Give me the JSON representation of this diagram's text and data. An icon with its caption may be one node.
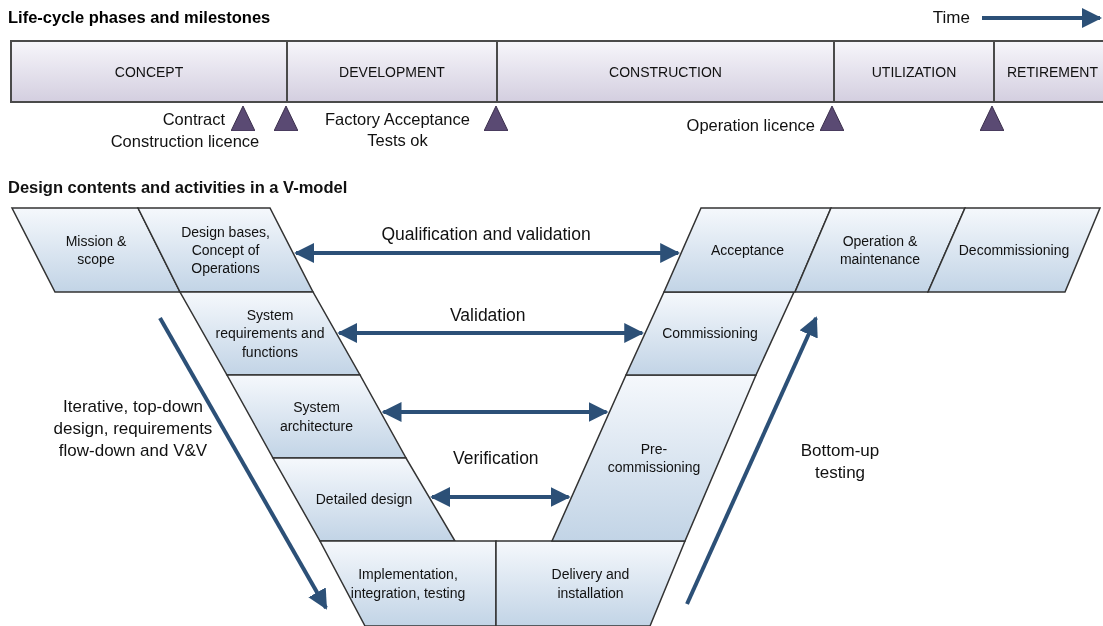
{
  "diagram": {
    "title": "Life-cycle phases and milestones",
    "nodes": [
      {
        "text": [
          "CONCEPT"
        ]
      },
      {
        "text": [
          "DEVELOPMENT"
        ]
      },
      {
        "text": [
          "CONSTRUCTION"
        ]
      },
      {
        "text": [
          "UTILIZATION"
        ]
      },
      {
        "text": [
          "RETIREMENT"
        ]
      },
      {
        "text": [],
        "shape": "triangle",
        "beside": [
          "Contract"
        ]
      },
      {
        "text": [],
        "shape": "triangle"
      },
      {
        "text": [],
        "shape": "triangle",
        "beside": [
          "Factory Acceptance Tests ok"
        ]
      },
      {
        "text": [],
        "shape": "triangle",
        "beside": [
          "Operation licence"
        ]
      },
      {
        "text": [],
        "shape": "triangle"
      },
      {
        "text": [
          "Mission & scope"
        ]
      },
      {
        "text": [
          "Design bases, Concept of Operations"
        ]
      },
      {
        "text": [
          "System requirements and functions"
        ]
      },
      {
        "text": [
          "System architecture"
        ]
      },
      {
        "text": [
          "Detailed design"
        ]
      },
      {
        "text": [
          "Implementation, integration, testing"
        ]
      },
      {
        "text": [
          "Delivery and installation"
        ]
      },
      {
        "text": [
          "Pre-commissioning"
        ]
      },
      {
        "text": [
          "Commissioning"
        ]
      },
      {
        "text": [
          "Acceptance"
        ]
      },
      {
        "text": [
          "Operation & maintenance"
        ]
      },
      {
        "text": [
          "Decommissioning"
        ]
      }
    ],
    "edges": [
      {
        "from": 11,
        "to": 19,
        "arrow": "both",
        "label": "Qualification and validation"
      },
      {
        "from": 12,
        "to": 18,
        "arrow": "both",
        "label": "Validation"
      },
      {
        "from": 13,
        "to": 17,
        "arrow": "both"
      },
      {
        "from": 14,
        "to": 17,
        "arrow": "both",
        "label": "Verification"
      }
    ],
    "labels": [
      "Time",
      "Construction licence",
      "Design contents and activities in a V-model",
      "Iterative, top-down design, requirements flow-down and V&V",
      "Bottom-up testing"
    ]
  }
}
